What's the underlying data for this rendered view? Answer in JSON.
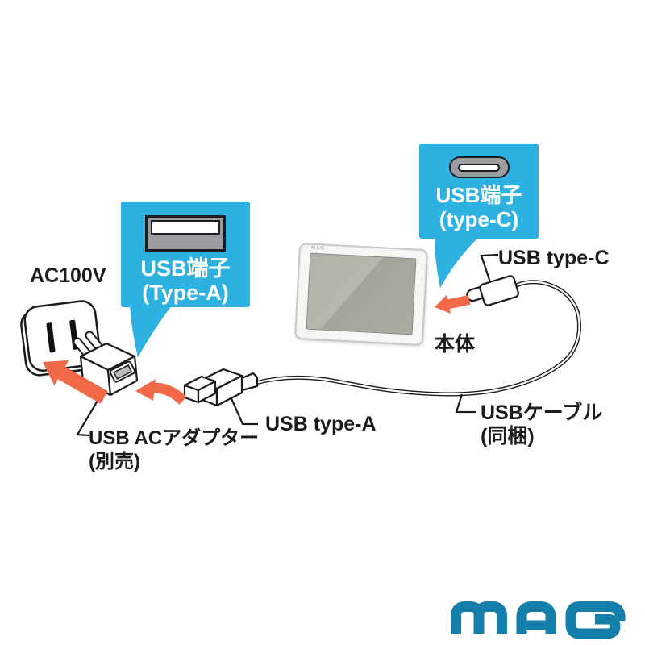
{
  "labels": {
    "ac_voltage": "AC100V",
    "adapter_name": "USB ACアダプター",
    "adapter_note": "(別売)",
    "connector_a": "USB type-A",
    "connector_c": "USB type-C",
    "main_unit": "本体",
    "cable_name": "USBケーブル",
    "cable_note": "(同梱)"
  },
  "callouts": {
    "type_a": {
      "title": "USB端子",
      "subtitle": "(Type-A)",
      "icon": "usb-a-port-icon"
    },
    "type_c": {
      "title": "USB端子",
      "subtitle": "(type-C)",
      "icon": "usb-c-port-icon"
    }
  },
  "device": {
    "logo": "MAG"
  },
  "brand": {
    "logo": "MAG"
  },
  "colors": {
    "callout_blue": "#2cb1e1",
    "arrow_orange": "#f2694a",
    "brand_teal": "#147fab",
    "ink": "#1b1b1b"
  }
}
